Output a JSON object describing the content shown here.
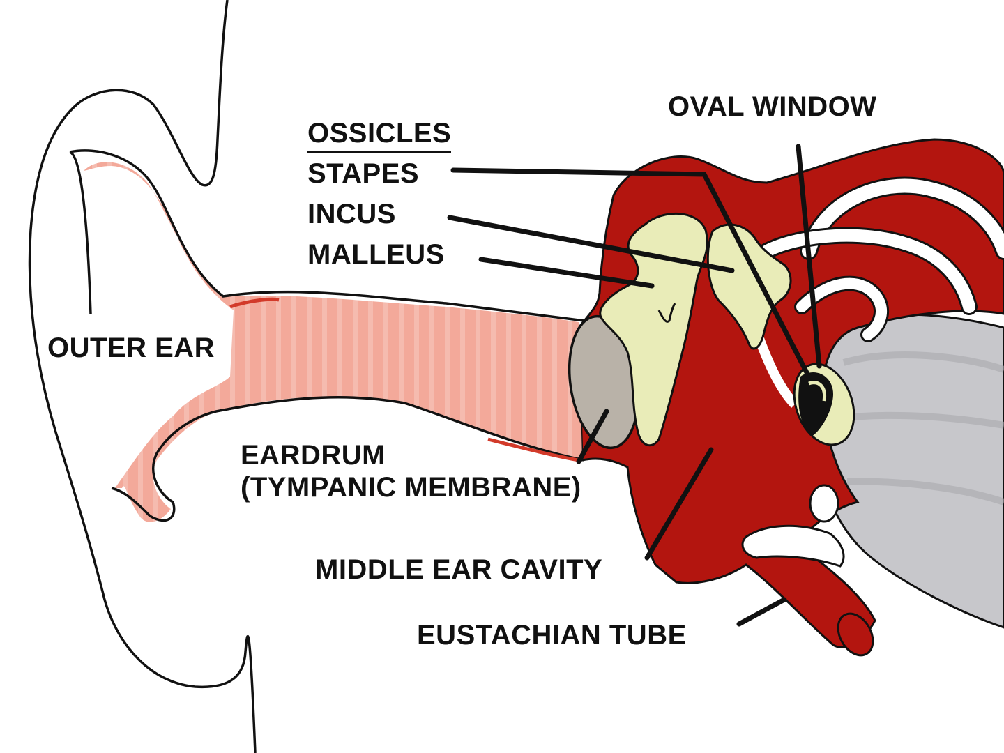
{
  "labels": {
    "ossicles": "OSSICLES",
    "stapes": "STAPES",
    "incus": "INCUS",
    "malleus": "MALLEUS",
    "oval_window": "OVAL WINDOW",
    "outer_ear": "OUTER EAR",
    "eardrum": "EARDRUM",
    "tympanic_membrane": "(TYMPANIC MEMBRANE)",
    "middle_ear_cavity": "MIDDLE EAR CAVITY",
    "eustachian_tube": "EUSTACHIAN TUBE"
  },
  "colors": {
    "outline": "#111111",
    "ear_canal": "#f3a99a",
    "middle_ear": "#b3150f",
    "ossicle": "#e9ecb8",
    "eardrum": "#b9b2a8",
    "cochlea": "#c7c7cb",
    "canals": "#ffffff"
  }
}
